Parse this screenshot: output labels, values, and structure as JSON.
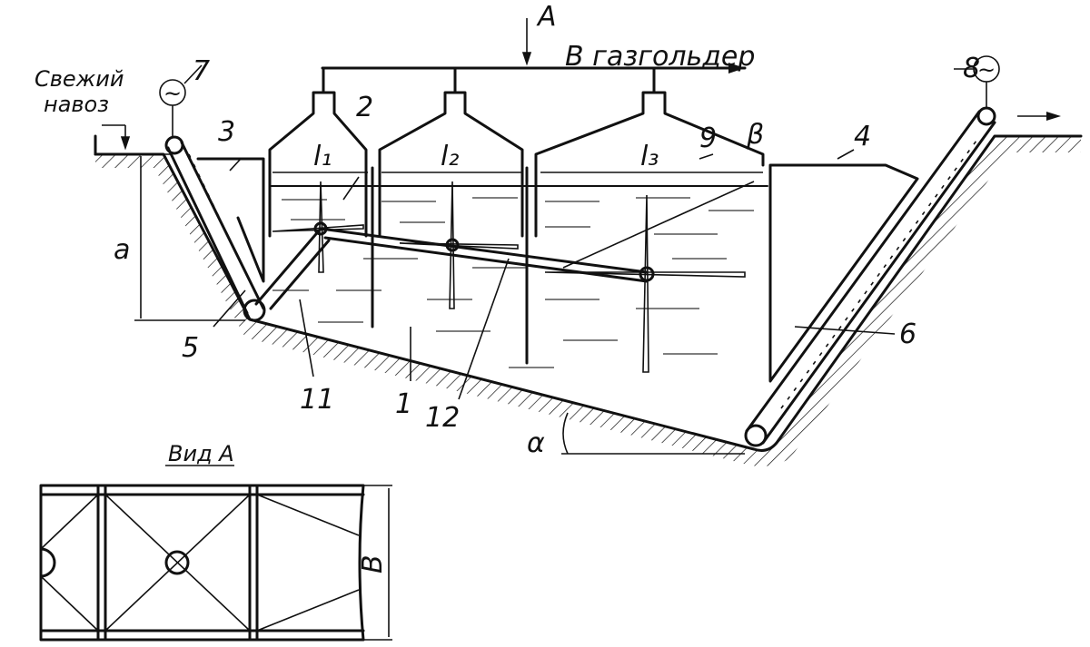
{
  "title": "Биогазовая установка — схема",
  "labels": {
    "fresh_manure_1": "Свежий",
    "fresh_manure_2": "навоз",
    "to_gasholder": "В газгольдер",
    "view_a_arrow": "A",
    "view_a_title": "Вид А",
    "width_b": "В",
    "height_a": "a",
    "angle_alpha": "α",
    "angle_beta": "β",
    "l1": "l₁",
    "l2": "l₂",
    "l3": "l₃",
    "motor_symbol": "~",
    "n1": "1",
    "n2": "2",
    "n3": "3",
    "n4": "4",
    "n5": "5",
    "n6": "6",
    "n7": "7",
    "n8": "8",
    "n9": "9",
    "n11": "11",
    "n12": "12"
  }
}
